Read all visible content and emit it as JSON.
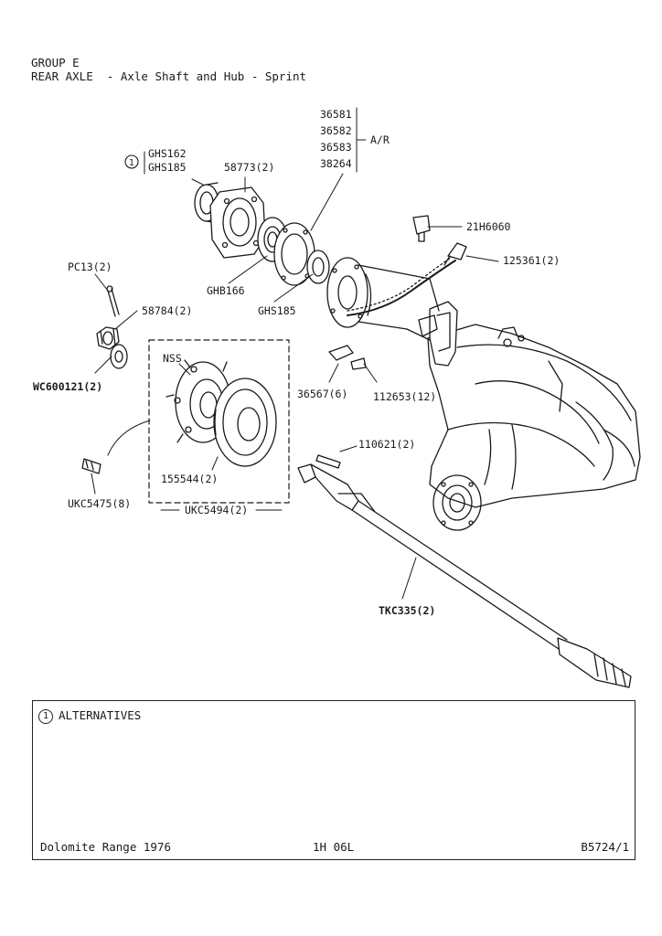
{
  "header": {
    "group": "GROUP E",
    "title": "REAR AXLE  - Axle Shaft and Hub - Sprint"
  },
  "labels": {
    "ar_codes": [
      "36581",
      "36582",
      "36583",
      "38264"
    ],
    "ar": "A/R",
    "alt_marker": "1",
    "ghs162": "GHS162",
    "ghs185_top": "GHS185",
    "p58773": "58773(2)",
    "p21h6060": "21H6060",
    "p125361": "125361(2)",
    "pc13": "PC13(2)",
    "p58784": "58784(2)",
    "ghb166": "GHB166",
    "ghs185": "GHS185",
    "wc600121": "WC600121(2)",
    "nss": "NSS",
    "p36567": "36567(6)",
    "p112653": "112653(12)",
    "p110621": "110621(2)",
    "p155544": "155544(2)",
    "ukc5475": "UKC5475(8)",
    "ukc5494": "UKC5494(2)",
    "tkc335": "TKC335(2)"
  },
  "panel": {
    "marker": "1",
    "title": "ALTERNATIVES",
    "range": "Dolomite Range 1976",
    "code": "1H 06L",
    "ref": "B5724/1"
  }
}
